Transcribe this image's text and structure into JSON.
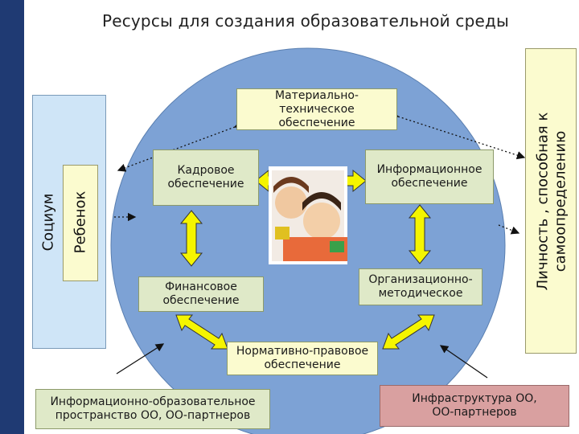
{
  "title": "Ресурсы для создания образовательной среды",
  "left_panels": {
    "socium": "Социум",
    "child": "Ребенок"
  },
  "right_panel": {
    "line1": "Личность , способная к",
    "line2": "самоопределению"
  },
  "boxes": {
    "material": "Материально-техническое обеспечение",
    "staff": "Кадровое обеспечение",
    "info": "Информационное обеспечение",
    "finance": "Финансовое обеспечение",
    "org": "Организационно-методическое",
    "legal": "Нормативно-правовое обеспечение",
    "info_space": "Информационно-образовательное пространство ОО, ОО-партнеров",
    "infra": "Инфраструктура ОО, ОО-партнеров"
  },
  "colors": {
    "circle": "#7da2d5",
    "stripe": "#1f3a73",
    "arrow": "#f5f500"
  }
}
